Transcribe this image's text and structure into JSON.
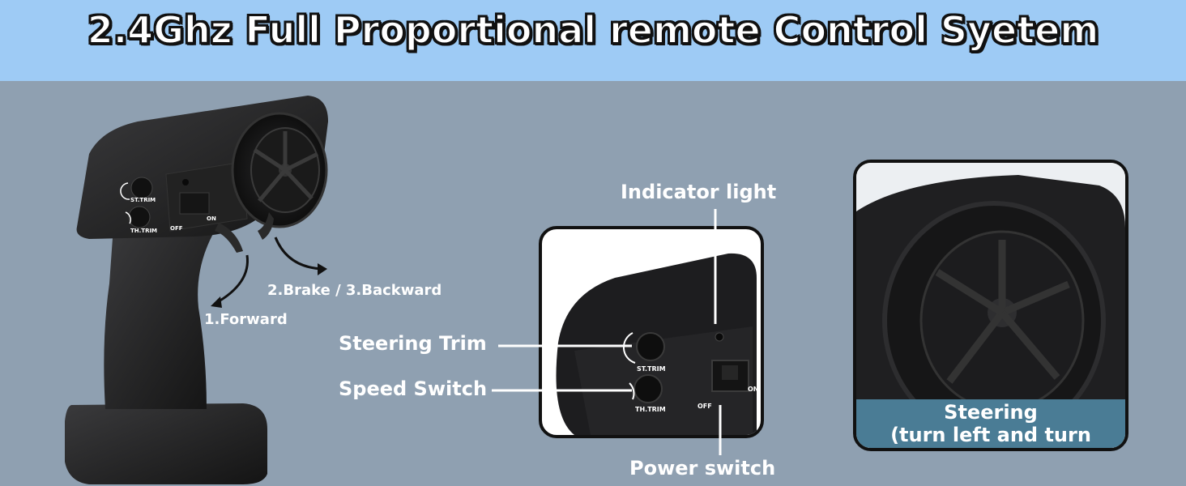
{
  "banner": {
    "title": "2.4Ghz Full Proportional remote Control Syetem"
  },
  "labels": {
    "forward": "1.Forward",
    "brake_backward": "2.Brake / 3.Backward",
    "indicator_light": "Indicator light",
    "steering_trim": "Steering Trim",
    "speed_switch": "Speed Switch",
    "power_switch": "Power switch",
    "steering_title": "Steering",
    "steering_sub": "(turn left and turn right)"
  },
  "device_markings": {
    "st_trim": "ST.TRIM",
    "th_trim": "TH.TRIM",
    "off": "OFF",
    "on": "ON"
  },
  "colors": {
    "banner_bg": "#9ecbf5",
    "page_bg": "#8fa0b1",
    "caption_bg": "#4a7c95",
    "device": "#1c1c1e"
  }
}
